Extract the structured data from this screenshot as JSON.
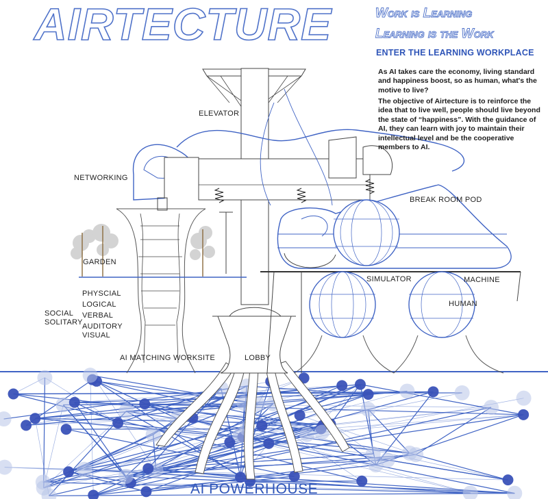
{
  "header": {
    "title": "AIRTECTURE",
    "tagline_1": "Work is Learning",
    "tagline_2": "Learning is the Work",
    "subheading": "ENTER THE LEARNING WORKPLACE"
  },
  "description": {
    "paragraph_1": "As AI takes care the economy, living standard and happiness boost, so as human, what's the motive to live?",
    "paragraph_2": "The objective of Airtecture is to reinforce the idea that to live well, people should live beyond the state of “happiness”. With the guidance of AI, they can learn with joy to maintain their intellectual level and be the cooperative members to AI."
  },
  "labels": {
    "elevator": "ELEVATOR",
    "networking": "NETWORKING",
    "break_room_pod": "BREAK ROOM POD",
    "garden": "GARDEN",
    "simulator": "SIMULATOR",
    "machine": "MACHINE",
    "human": "HUMAN",
    "physical": "PHYSCIAL",
    "logical": "LOGICAL",
    "verbal": "VERBAL",
    "auditory": "AUDITORY",
    "visual": "VISUAL",
    "social": "SOCIAL",
    "solitary": "SOLITARY",
    "ai_matching_worksite": "AI MATCHING WORKSITE",
    "lobby": "LOBBY",
    "ai_powerhouse": "AI POWERHOUSE"
  },
  "colors": {
    "accent_blue": "#2f55b8",
    "line_blue": "#3f63c4",
    "node_dark": "#3a52b8",
    "node_light": "#b8c4e8",
    "outline": "#444444"
  }
}
